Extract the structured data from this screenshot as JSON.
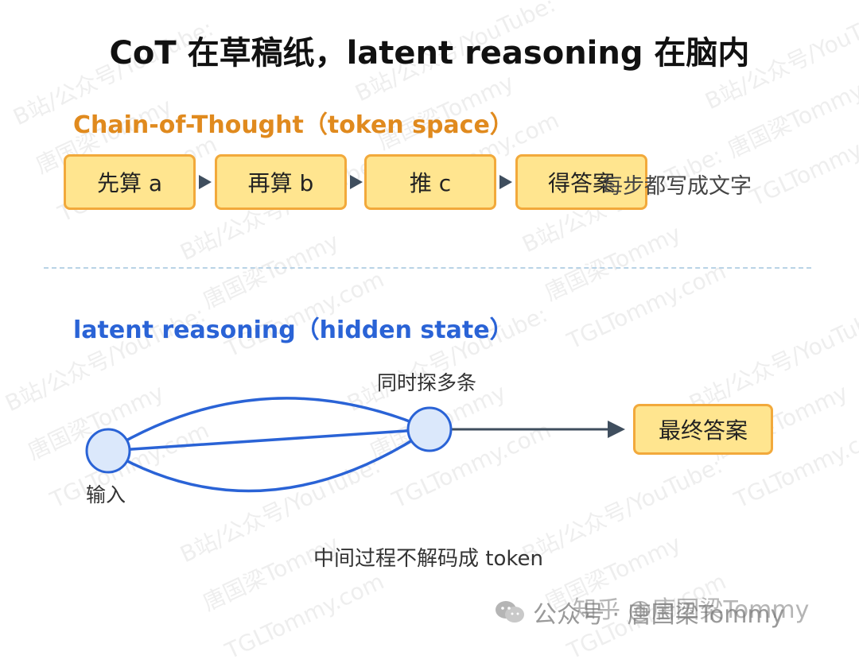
{
  "title": "CoT 在草稿纸，latent reasoning 在脑内",
  "cot": {
    "label": "Chain-of-Thought（token space）",
    "steps": [
      "先算 a",
      "再算 b",
      "推 c",
      "得答案"
    ],
    "note": "每步都写成文字"
  },
  "latent": {
    "label": "latent reasoning（hidden state）",
    "parallel_label": "同时探多条",
    "input_label": "输入",
    "final_answer": "最终答案",
    "bottom_note": "中间过程不解码成 token"
  },
  "watermark": {
    "line1": "B站/公众号/YouTube:",
    "line2": "唐国梁Tommy",
    "line3": "TGLTommy.com"
  },
  "footer": {
    "text": "公众号 · 唐国梁Tommy",
    "overlay_text": "知乎 @唐国梁Tommy"
  },
  "colors": {
    "accent_orange": "#e08a1e",
    "accent_blue": "#2a63d6",
    "box_fill": "#ffe58f",
    "box_border": "#f2a93b",
    "node_fill": "#dbe8fb"
  }
}
